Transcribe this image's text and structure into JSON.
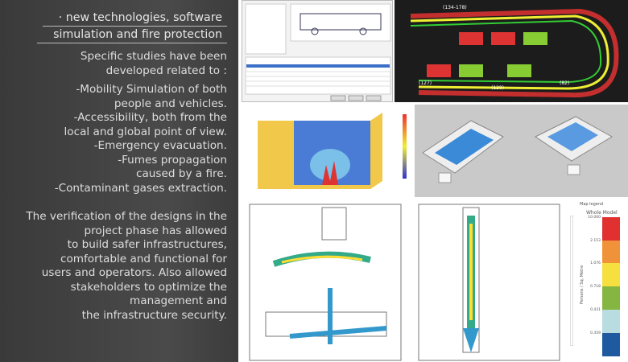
{
  "heading": {
    "line1": "· new technologies, software",
    "line2": "simulation and fire protection"
  },
  "intro": [
    "Specific studies have been",
    "developed related to :"
  ],
  "list": [
    "-Mobility Simulation of both",
    "people and vehicles.",
    "-Accessibility, both from the",
    "local and global point of view.",
    "-Emergency evacuation.",
    "-Fumes propagation",
    "caused by a fire.",
    "-Contaminant gases extraction."
  ],
  "conclusion": [
    "The verification of the designs in the",
    "project phase has allowed",
    "to build safer infrastructures,",
    "comfortable and functional for",
    "users and operators. Also allowed",
    "stakeholders to optimize the",
    "management and",
    "the infrastructure  security."
  ],
  "map_labels": [
    "(134-178)",
    "(127)",
    "(129)",
    "(82)"
  ],
  "legend": {
    "title": "Map legend",
    "subtitle": "Whole Model",
    "axis": "Persons / Sq. Metre",
    "ticks": [
      "10.000",
      "2.153",
      "1.076",
      "0.718",
      "0.431",
      "0.359"
    ],
    "colors": [
      "#e03030",
      "#f0923a",
      "#f5e040",
      "#86b642",
      "#b8dce0",
      "#1f5aa0"
    ]
  }
}
